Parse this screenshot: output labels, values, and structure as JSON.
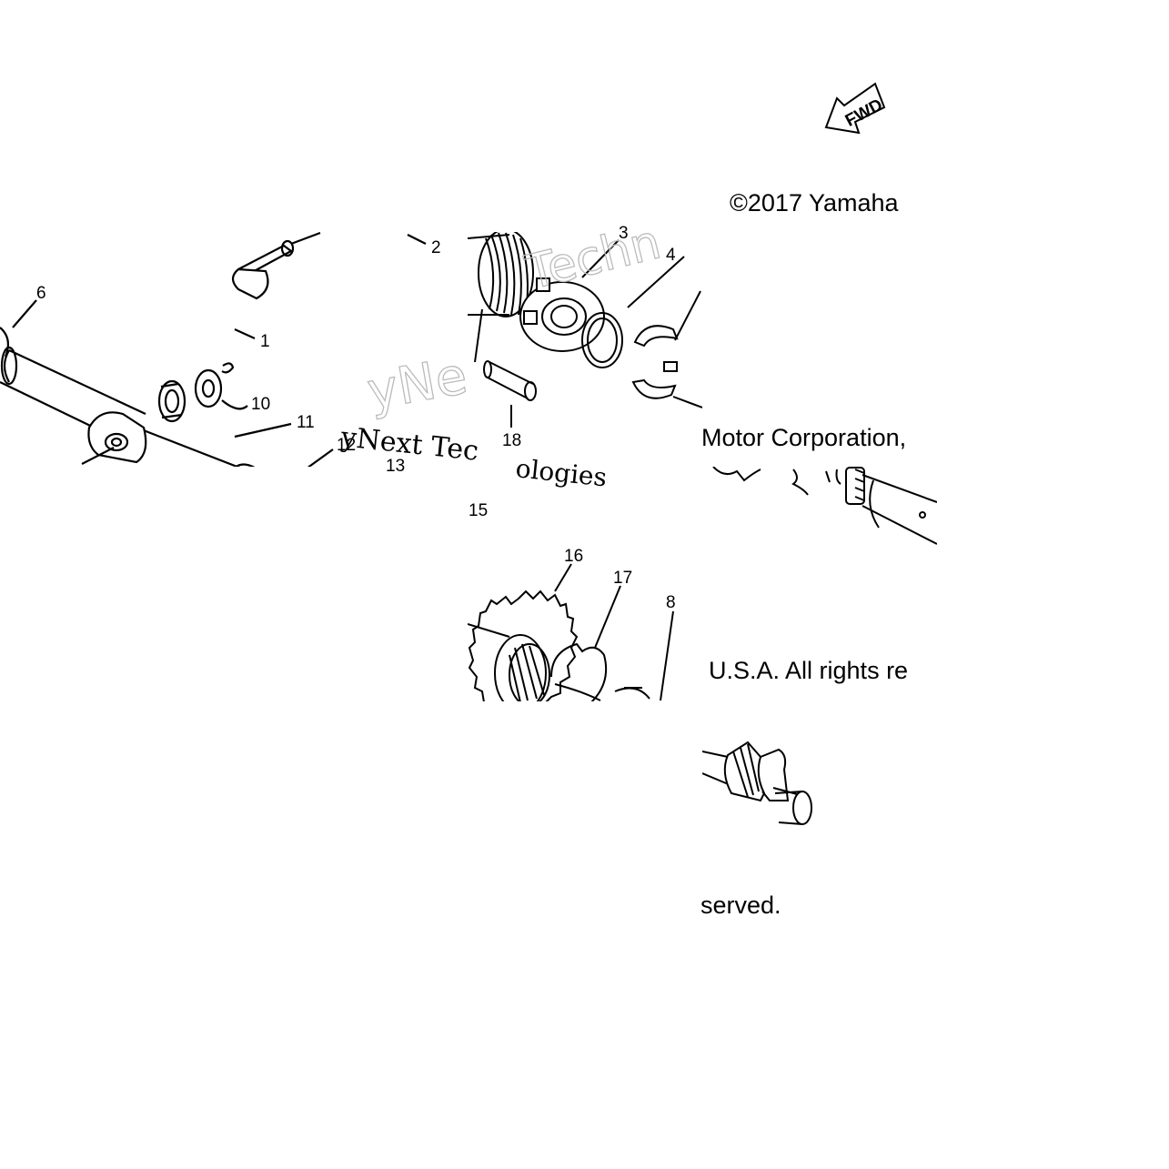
{
  "copyright": {
    "line1": "©2017 Yamaha",
    "line2": "Motor Corporation,",
    "line3": "U.S.A. All rights re",
    "line4": "served."
  },
  "fwd_badge": {
    "label": "FWD"
  },
  "callouts": [
    "1",
    "2",
    "3",
    "4",
    "6",
    "8",
    "10",
    "11",
    "12",
    "13",
    "15",
    "16",
    "17",
    "18"
  ],
  "watermark": {
    "text_a": "yNext Tec",
    "text_b": "ologies",
    "text_outline_a": "yNe",
    "text_outline_b": "Techn"
  },
  "colors": {
    "line": "#000000",
    "background": "#ffffff",
    "watermark_outline": "#bbbbbb"
  }
}
